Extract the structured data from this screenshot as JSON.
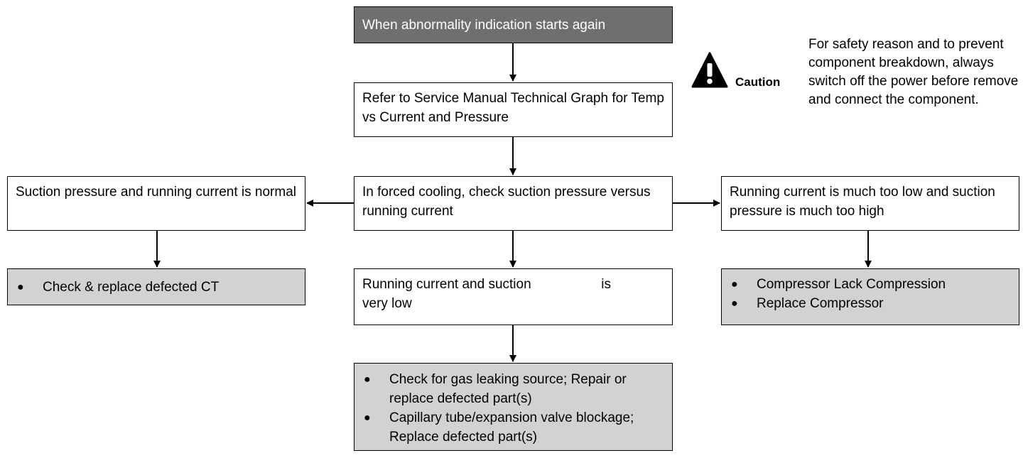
{
  "flowchart": {
    "start": "When abnormality indication starts again",
    "step_refer": "Refer to Service Manual Technical Graph for Temp vs Current and Pressure",
    "step_check": "In forced cooling, check suction pressure versus running current",
    "left_condition": "Suction pressure and running current is normal",
    "left_action_items": [
      "Check & replace defected CT"
    ],
    "center_condition_part1": "Running current and suction",
    "center_condition_part2": "is",
    "center_condition_part3": "very low",
    "center_action_items": [
      "Check for gas leaking source; Repair or replace defected part(s)",
      "Capillary tube/expansion valve blockage; Replace defected part(s)"
    ],
    "right_condition": "Running current is much too low and suction pressure is much too high",
    "right_action_items": [
      "Compressor Lack Compression",
      "Replace Compressor"
    ],
    "bullet": "●"
  },
  "caution": {
    "icon": "warning-triangle-icon",
    "label": "Caution",
    "text": "For safety reason and to prevent component breakdown, always switch off the power before remove and connect the component."
  },
  "colors": {
    "start_fill": "#6f6f6f",
    "action_fill": "#d2d2d2",
    "box_fill": "#ffffff",
    "stroke": "#000000"
  }
}
